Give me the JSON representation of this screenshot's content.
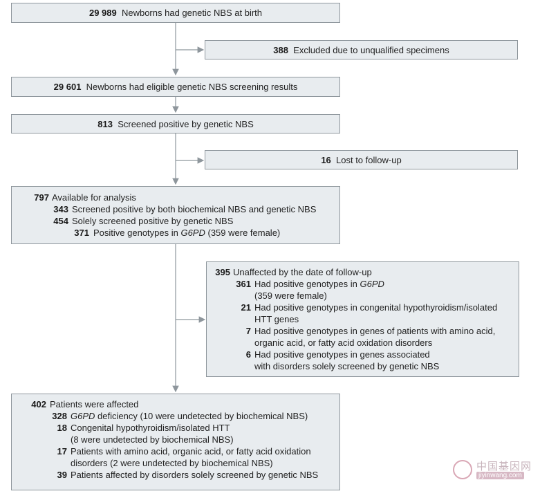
{
  "box1": {
    "num": "29 989",
    "text": "Newborns had genetic NBS at birth"
  },
  "excluded": {
    "num": "388",
    "text": "Excluded due to unqualified specimens"
  },
  "box2": {
    "num": "29 601",
    "text": "Newborns had eligible genetic NBS screening results"
  },
  "box3": {
    "num": "813",
    "text": "Screened positive by genetic NBS"
  },
  "lost": {
    "num": "16",
    "text": "Lost to follow-up"
  },
  "analysis": {
    "num": "797",
    "text": "Available for analysis",
    "both": {
      "num": "343",
      "text": "Screened positive by both biochemical NBS and genetic NBS"
    },
    "solely": {
      "num": "454",
      "text": "Solely screened positive by genetic NBS"
    },
    "g6pd": {
      "num": "371",
      "text_pre": "Positive genotypes in ",
      "gene": "G6PD",
      "text_post": " (359 were female)"
    }
  },
  "unaffected": {
    "num": "395",
    "text": "Unaffected by the date of follow-up",
    "items": [
      {
        "num": "361",
        "line1_pre": "Had positive genotypes in ",
        "gene": "G6PD",
        "line2": "(359 were female)"
      },
      {
        "num": "21",
        "line1": "Had positive genotypes in congenital hypothyroidism/isolated",
        "line2": "HTT genes"
      },
      {
        "num": "7",
        "line1": "Had positive genotypes in genes of patients with amino acid,",
        "line2": "organic acid, or fatty acid oxidation disorders"
      },
      {
        "num": "6",
        "line1": "Had positive genotypes in genes associated",
        "line2": "with disorders solely screened by genetic NBS"
      }
    ]
  },
  "affected": {
    "num": "402",
    "text": "Patients were affected",
    "items": [
      {
        "num": "328",
        "gene": "G6PD",
        "line1_post": " deficiency (10 were undetected by biochemical NBS)"
      },
      {
        "num": "18",
        "line1": "Congenital hypothyroidism/isolated HTT",
        "line2": "(8 were undetected by biochemical NBS)"
      },
      {
        "num": "17",
        "line1": "Patients with amino acid, organic acid, or fatty acid oxidation",
        "line2": "disorders (2 were undetected by biochemical NBS)"
      },
      {
        "num": "39",
        "line1": "Patients affected by disorders solely screened by genetic NBS"
      }
    ]
  },
  "watermark": {
    "cn": "中国基因网",
    "url": "jiyinwang.com"
  },
  "colors": {
    "box_fill": "#e8ecef",
    "box_border": "#8e969c",
    "arrow": "#8e969c"
  }
}
